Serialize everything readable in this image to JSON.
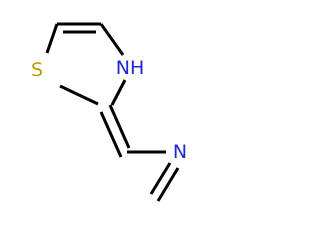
{
  "molecule": {
    "atoms": {
      "sulfur": {
        "label": "S",
        "color": "#b8a000"
      },
      "ring_nitrogen": {
        "label": "NH",
        "color": "#1e28d2"
      },
      "imine_nitrogen": {
        "label": "N",
        "color": "#1e28d2"
      }
    },
    "bond_color": "#000000",
    "background": "#ffffff"
  }
}
